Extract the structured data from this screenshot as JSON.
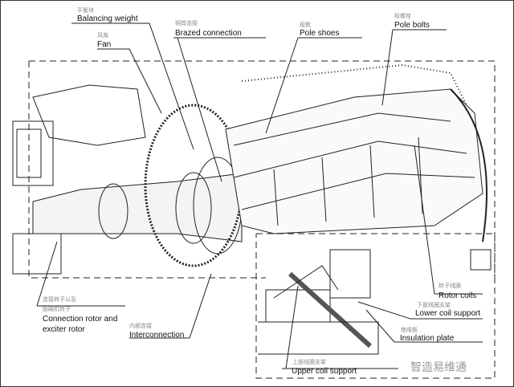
{
  "labels": {
    "balancing_weight": {
      "cn": "平衡块",
      "en": "Balancing weight"
    },
    "fan": {
      "cn": "风扇",
      "en": "Fan"
    },
    "brazed_connection": {
      "cn": "铜焊连接",
      "en": "Brazed connection"
    },
    "pole_shoes": {
      "cn": "极靴",
      "en": "Pole shoes"
    },
    "pole_bolts": {
      "cn": "极螺栓",
      "en": "Pole bolts"
    },
    "rotor_coils": {
      "cn": "转子线圈",
      "en": "Rotor coils"
    },
    "lower_coil_support": {
      "cn": "下部线圈支架",
      "en": "Lower coil support"
    },
    "insulation_plate": {
      "cn": "绝缘板",
      "en": "Insulation plate"
    },
    "upper_coil_support": {
      "cn": "上部线圈支架",
      "en": "Upper coil support"
    },
    "connection_rotor": {
      "cn1": "连接转子以及",
      "cn2": "励磁机转子",
      "en1": "Connection rotor and",
      "en2": "exciter rotor"
    },
    "interconnection": {
      "cn": "内部连接",
      "en": "Interconnection"
    }
  },
  "watermark": "智造易维通"
}
